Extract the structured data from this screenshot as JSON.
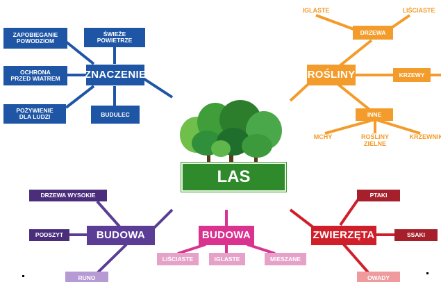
{
  "center": {
    "label": "LAS"
  },
  "znaczenie": {
    "title": "ZNACZENIE",
    "items": [
      "ZAPOBIEGANIE\nPOWODZIOM",
      "ŚWIEŻE\nPOWIETRZE",
      "OCHRONA\nPRZED WIATREM",
      "POŻYWIENIE\nDLA LUDZI",
      "BUDULEC"
    ]
  },
  "rosliny": {
    "title": "ROŚLINY",
    "drzewa": {
      "label": "DRZEWA",
      "items": [
        "IGLASTE",
        "LIŚCIASTE"
      ]
    },
    "krzewy": "KRZEWY",
    "inne": {
      "label": "INNE",
      "items": [
        "MCHY",
        "ROŚLINY\nZIELNE",
        "KRZEWNIKI"
      ]
    }
  },
  "budowa_left": {
    "title": "BUDOWA",
    "items": [
      "DRZEWA WYSOKIE",
      "PODSZYT",
      "RUNO"
    ]
  },
  "budowa_center": {
    "title": "BUDOWA",
    "items": [
      "LIŚCIASTE",
      "IGLASTE",
      "MIESZANE"
    ]
  },
  "zwierzeta": {
    "title": "ZWIERZĘTA",
    "items": [
      "PTAKI",
      "SSAKI",
      "OWADY"
    ]
  },
  "colors": {
    "blue": "#1f55a5",
    "orange": "#f39c2c",
    "purple": "#5b3d95",
    "magenta": "#d9328f",
    "red": "#cf1f2a",
    "green": "#2f8a2c"
  },
  "icons": [
    "tree-cluster-icon"
  ]
}
